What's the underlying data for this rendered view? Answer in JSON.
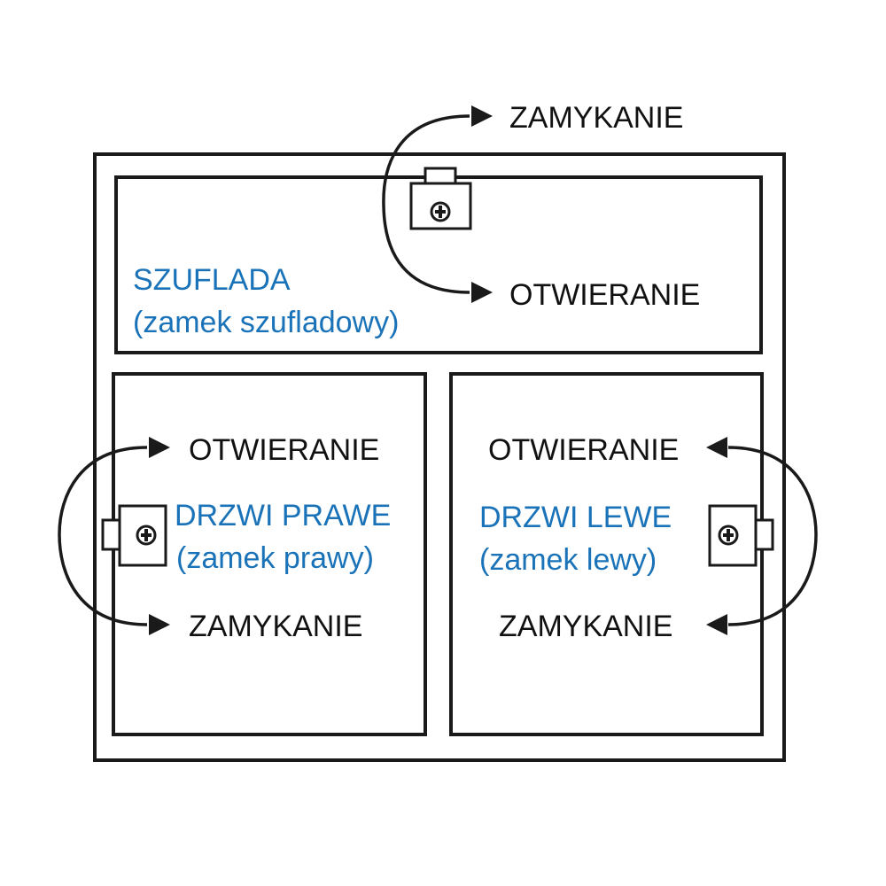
{
  "colors": {
    "line": "#1a1a1a",
    "text": "#111111",
    "accent": "#1a73b8"
  },
  "drawer": {
    "title": "SZUFLADA",
    "subtitle": "(zamek szufladowy)",
    "top_action": "ZAMYKANIE",
    "bottom_action": "OTWIERANIE",
    "lock_icon": "drawer-lock-icon"
  },
  "right_door": {
    "title": "DRZWI PRAWE",
    "subtitle": "(zamek prawy)",
    "top_action": "OTWIERANIE",
    "bottom_action": "ZAMYKANIE",
    "lock_icon": "right-door-lock-icon"
  },
  "left_door": {
    "title": "DRZWI LEWE",
    "subtitle": "(zamek lewy)",
    "top_action": "OTWIERANIE",
    "bottom_action": "ZAMYKANIE",
    "lock_icon": "left-door-lock-icon"
  }
}
